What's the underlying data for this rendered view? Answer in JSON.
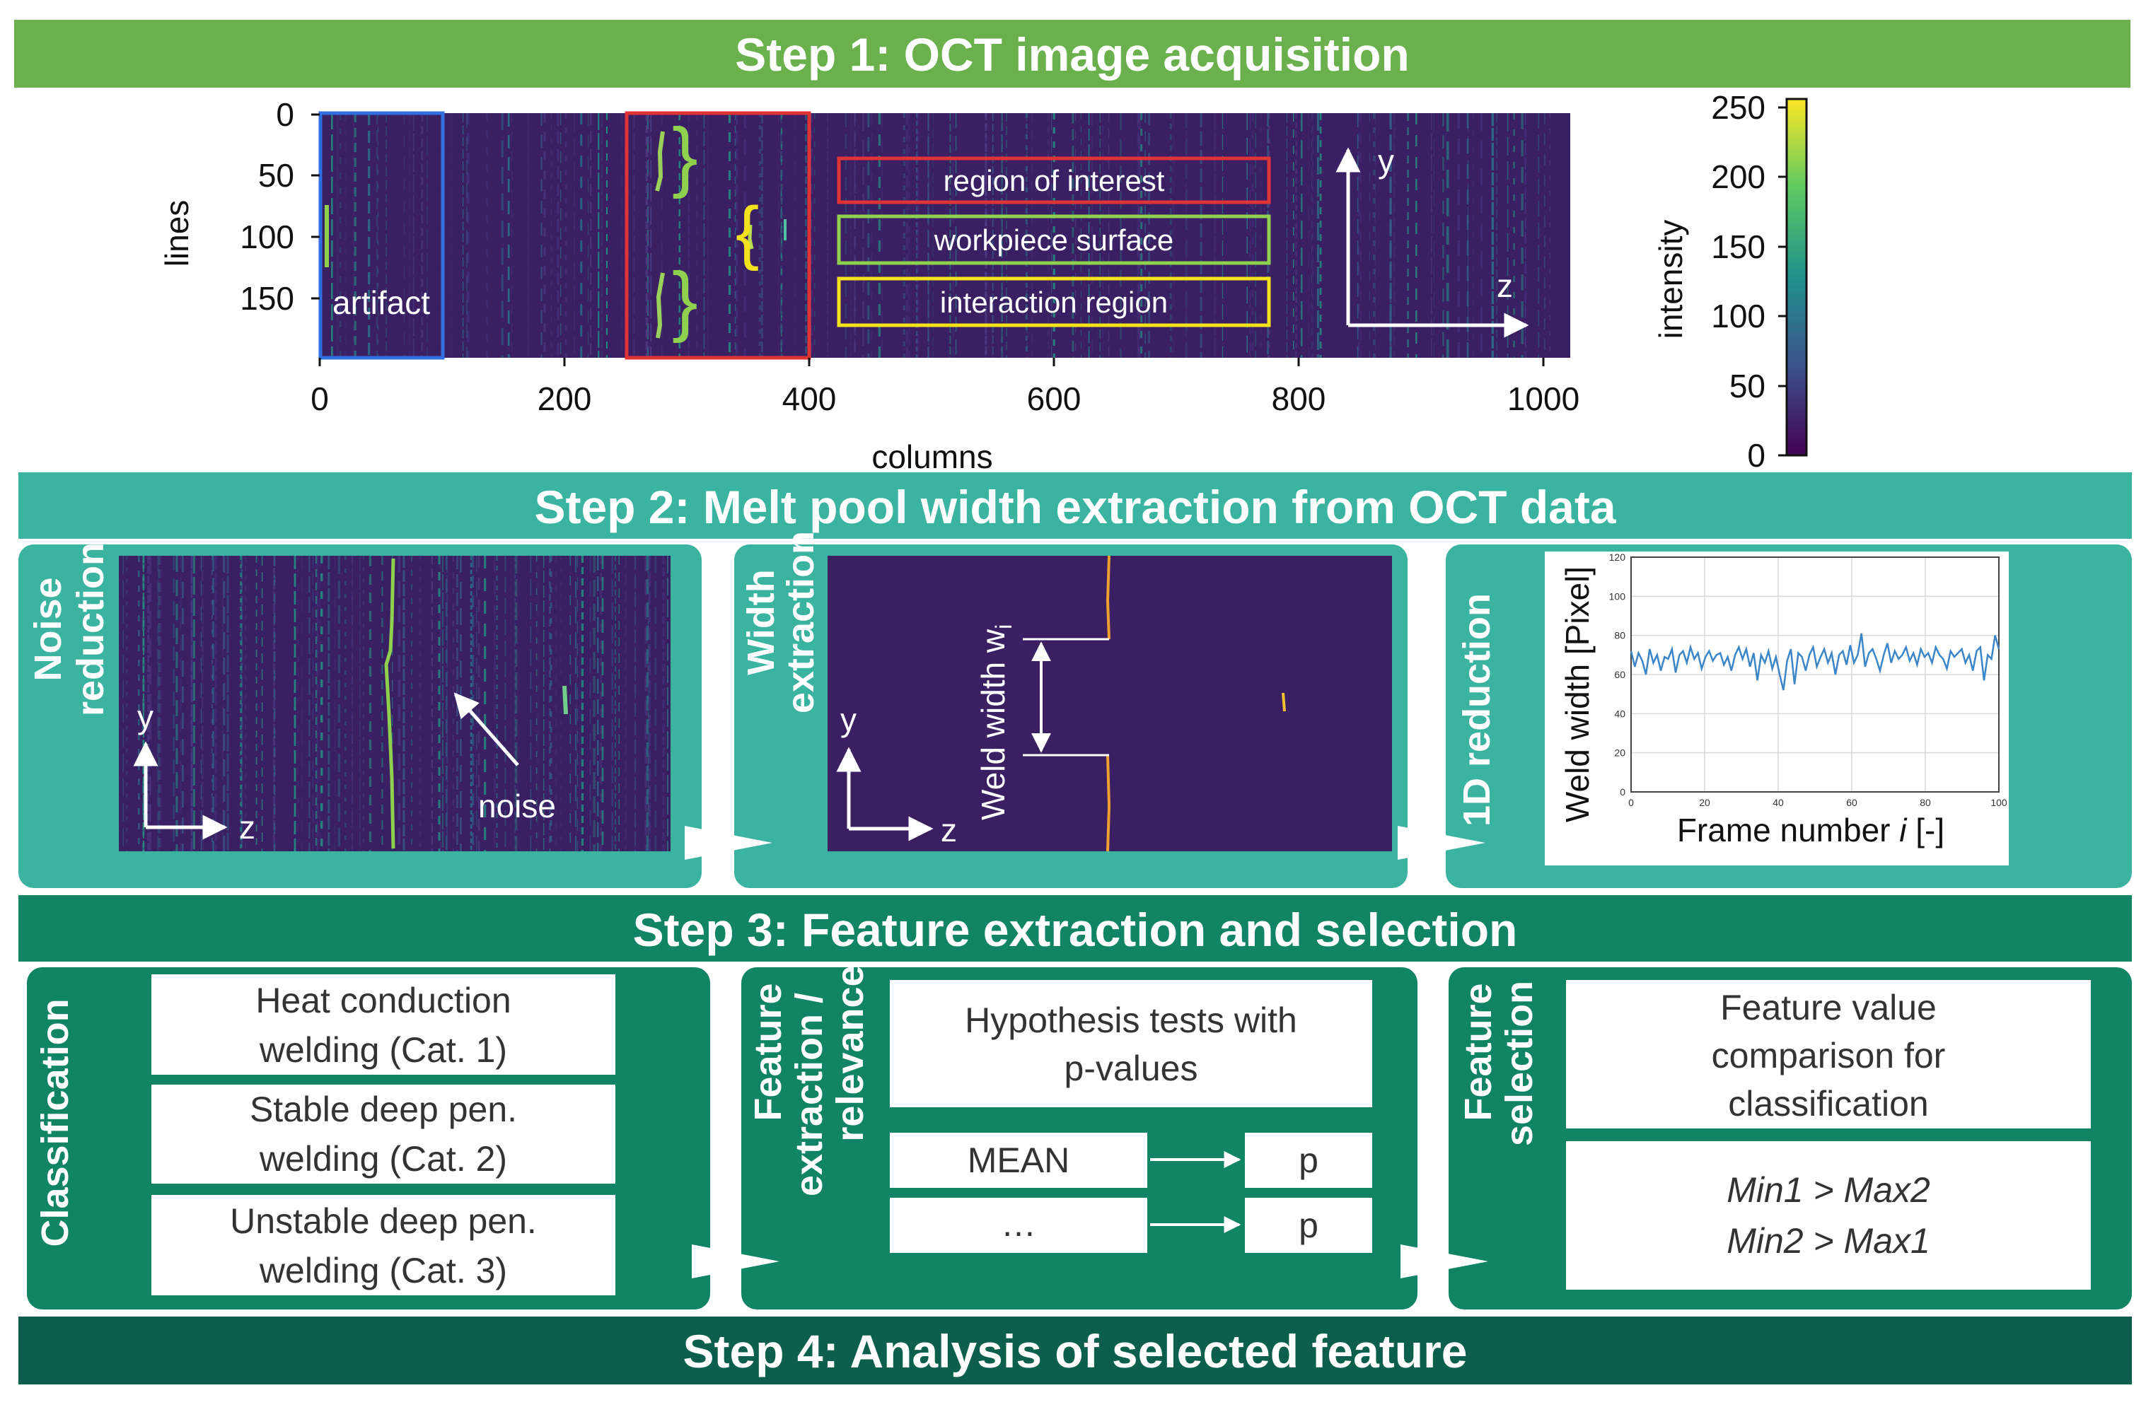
{
  "colors": {
    "step1": "#6ab04c",
    "step2": "#3ab4a0",
    "step3": "#128466",
    "step4": "#0c5f4d",
    "oct_bg": "#3a1f63",
    "roi_red": "#e03333",
    "surface_green": "#8fd14f",
    "interaction_yellow": "#f2e31c",
    "artifact_blue": "#2f6fe0",
    "series_blue": "#3b86c8"
  },
  "step1": {
    "title": "Step 1: OCT image acquisition",
    "ylabel": "lines",
    "xlabel": "columns",
    "y_ticks": [
      "0",
      "50",
      "100",
      "150"
    ],
    "x_ticks": [
      "0",
      "200",
      "400",
      "600",
      "800",
      "1000"
    ],
    "artifact_label": "artifact",
    "legend": [
      "region of interest",
      "workpiece surface",
      "interaction region"
    ],
    "axis_y": "y",
    "axis_z": "z",
    "colorbar": {
      "label": "intensity",
      "ticks": [
        "250",
        "200",
        "150",
        "100",
        "50",
        "0"
      ]
    }
  },
  "step2": {
    "title": "Step 2: Melt pool width extraction from OCT data",
    "panel1": {
      "side_line1": "Noise",
      "side_line2": "reduction",
      "noise_label": "noise",
      "axis_y": "y",
      "axis_z": "z"
    },
    "panel2": {
      "side_line1": "Width",
      "side_line2": "extraction",
      "weld_width_label": "Weld width w",
      "weld_width_sub": "i",
      "axis_y": "y",
      "axis_z": "z"
    },
    "panel3": {
      "side_label": "1D reduction",
      "ylabel": "Weld width [Pixel]",
      "xlabel_prefix": "Frame number ",
      "xlabel_var": "i",
      "xlabel_suffix": " [-]",
      "y_ticks": [
        "0",
        "20",
        "40",
        "60",
        "80",
        "100",
        "120"
      ],
      "x_ticks": [
        "0",
        "20",
        "40",
        "60",
        "80",
        "100"
      ]
    }
  },
  "step3": {
    "title": "Step 3: Feature extraction and selection",
    "classification": {
      "side_label": "Classification",
      "items": [
        {
          "line1": "Heat conduction",
          "line2": "welding (Cat. 1)"
        },
        {
          "line1": "Stable deep pen.",
          "line2": "welding (Cat. 2)"
        },
        {
          "line1": "Unstable deep pen.",
          "line2": "welding (Cat. 3)"
        }
      ]
    },
    "extraction": {
      "side_line1": "Feature",
      "side_line2": "extraction /",
      "side_line3": "relevance",
      "hyp_line1": "Hypothesis tests with",
      "hyp_line2": "p-values",
      "rows": [
        {
          "feature": "MEAN",
          "p": "p"
        },
        {
          "feature": "…",
          "p": "p"
        }
      ]
    },
    "selection": {
      "side_line1": "Feature",
      "side_line2": "selection",
      "box1_line1": "Feature value",
      "box1_line2": "comparison for",
      "box1_line3": "classification",
      "box2_line1": "Min1 > Max2",
      "box2_line2": "Min2 > Max1"
    }
  },
  "step4": {
    "title": "Step 4: Analysis of selected feature"
  },
  "chart_data": {
    "type": "line",
    "xlabel": "Frame number i [-]",
    "ylabel": "Weld width [Pixel]",
    "xlim": [
      0,
      100
    ],
    "ylim": [
      0,
      120
    ],
    "x_ticks": [
      0,
      20,
      40,
      60,
      80,
      100
    ],
    "y_ticks": [
      0,
      20,
      40,
      60,
      80,
      100,
      120
    ],
    "grid": true,
    "series": [
      {
        "values": [
          72,
          64,
          71,
          67,
          60,
          73,
          66,
          70,
          62,
          69,
          68,
          73,
          61,
          70,
          72,
          66,
          74,
          68,
          71,
          63,
          69,
          72,
          67,
          70,
          71,
          65,
          69,
          62,
          70,
          74,
          68,
          73,
          64,
          71,
          57,
          70,
          66,
          72,
          63,
          69,
          60,
          52,
          67,
          73,
          55,
          71,
          69,
          62,
          70,
          74,
          64,
          69,
          73,
          66,
          71,
          60,
          70,
          72,
          65,
          75,
          66,
          70,
          81,
          64,
          71,
          73,
          68,
          62,
          70,
          76,
          66,
          72,
          68,
          70,
          74,
          67,
          71,
          65,
          73,
          69,
          71,
          66,
          74,
          70,
          68,
          63,
          72,
          69,
          71,
          73,
          66,
          70,
          62,
          72,
          74,
          57,
          70,
          68,
          80,
          73
        ]
      }
    ]
  }
}
